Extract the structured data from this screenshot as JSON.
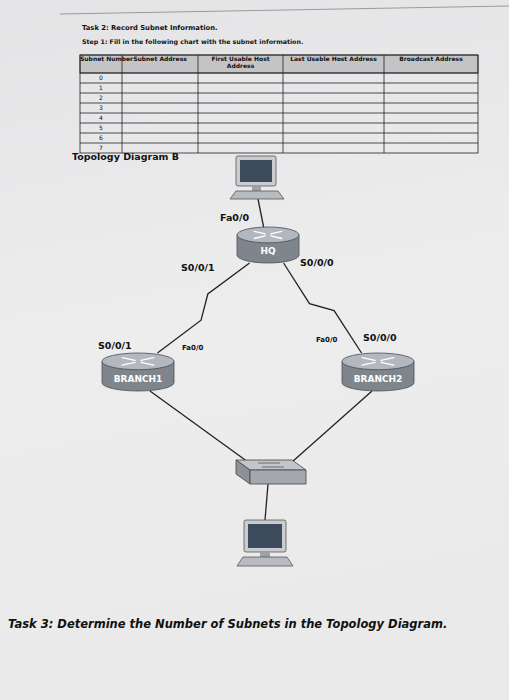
{
  "diagram": {
    "title": "Task 2: Record Subnet Information.",
    "nodes": [
      {
        "text": [
          "HQ"
        ]
      },
      {
        "text": [
          "BRANCH1"
        ]
      },
      {
        "text": [
          "BRANCH2"
        ]
      }
    ],
    "edges": [
      {
        "from": 0,
        "to": 1,
        "arrow": "none"
      },
      {
        "from": 0,
        "to": 2,
        "arrow": "none"
      }
    ],
    "labels": [
      "Step 1: Fill in the following chart with the subnet information.",
      "Subnet Number",
      "Subnet Address",
      "First Usable Host Address",
      "Last Usable Host Address",
      "Broadcast Address",
      "0",
      "1",
      "2",
      "3",
      "4",
      "5",
      "6",
      "7",
      "Topology Diagram B",
      "Fa0/0",
      "S0/0/1",
      "S0/0/0",
      "S0/0/1",
      "Fa0/0",
      "Fa0/0",
      "S0/0/0",
      "Task 3: Determine the Number of Subnets in the Topology Diagram."
    ]
  }
}
